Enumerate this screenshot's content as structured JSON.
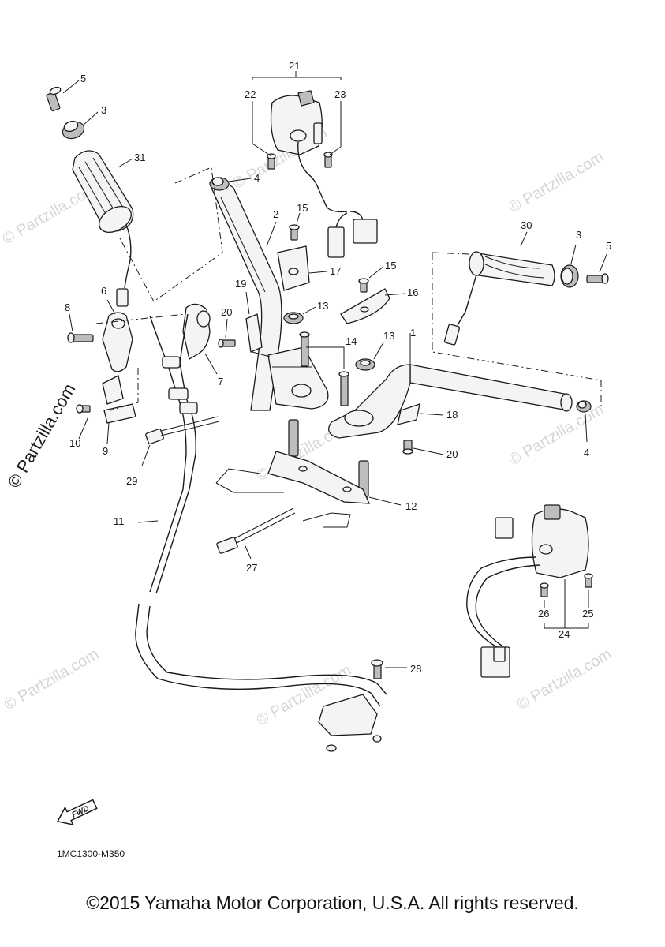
{
  "watermark": {
    "text": "© Partzilla.com",
    "bold_text": "© Partzilla.com"
  },
  "callouts": {
    "c1": "1",
    "c2": "2",
    "c3a": "3",
    "c3b": "3",
    "c4a": "4",
    "c4b": "4",
    "c5a": "5",
    "c5b": "5",
    "c6": "6",
    "c7": "7",
    "c8": "8",
    "c9": "9",
    "c10": "10",
    "c11": "11",
    "c12": "12",
    "c13a": "13",
    "c13b": "13",
    "c14": "14",
    "c15a": "15",
    "c15b": "15",
    "c16": "16",
    "c17": "17",
    "c18": "18",
    "c19": "19",
    "c20a": "20",
    "c20b": "20",
    "c21": "21",
    "c22": "22",
    "c23": "23",
    "c24": "24",
    "c25": "25",
    "c26": "26",
    "c27": "27",
    "c28": "28",
    "c29": "29",
    "c30": "30",
    "c31": "31"
  },
  "fwd_badge": "FWD",
  "diagram_code": "1MC1300-M350",
  "copyright": "©2015 Yamaha Motor Corporation, U.S.A. All rights reserved."
}
